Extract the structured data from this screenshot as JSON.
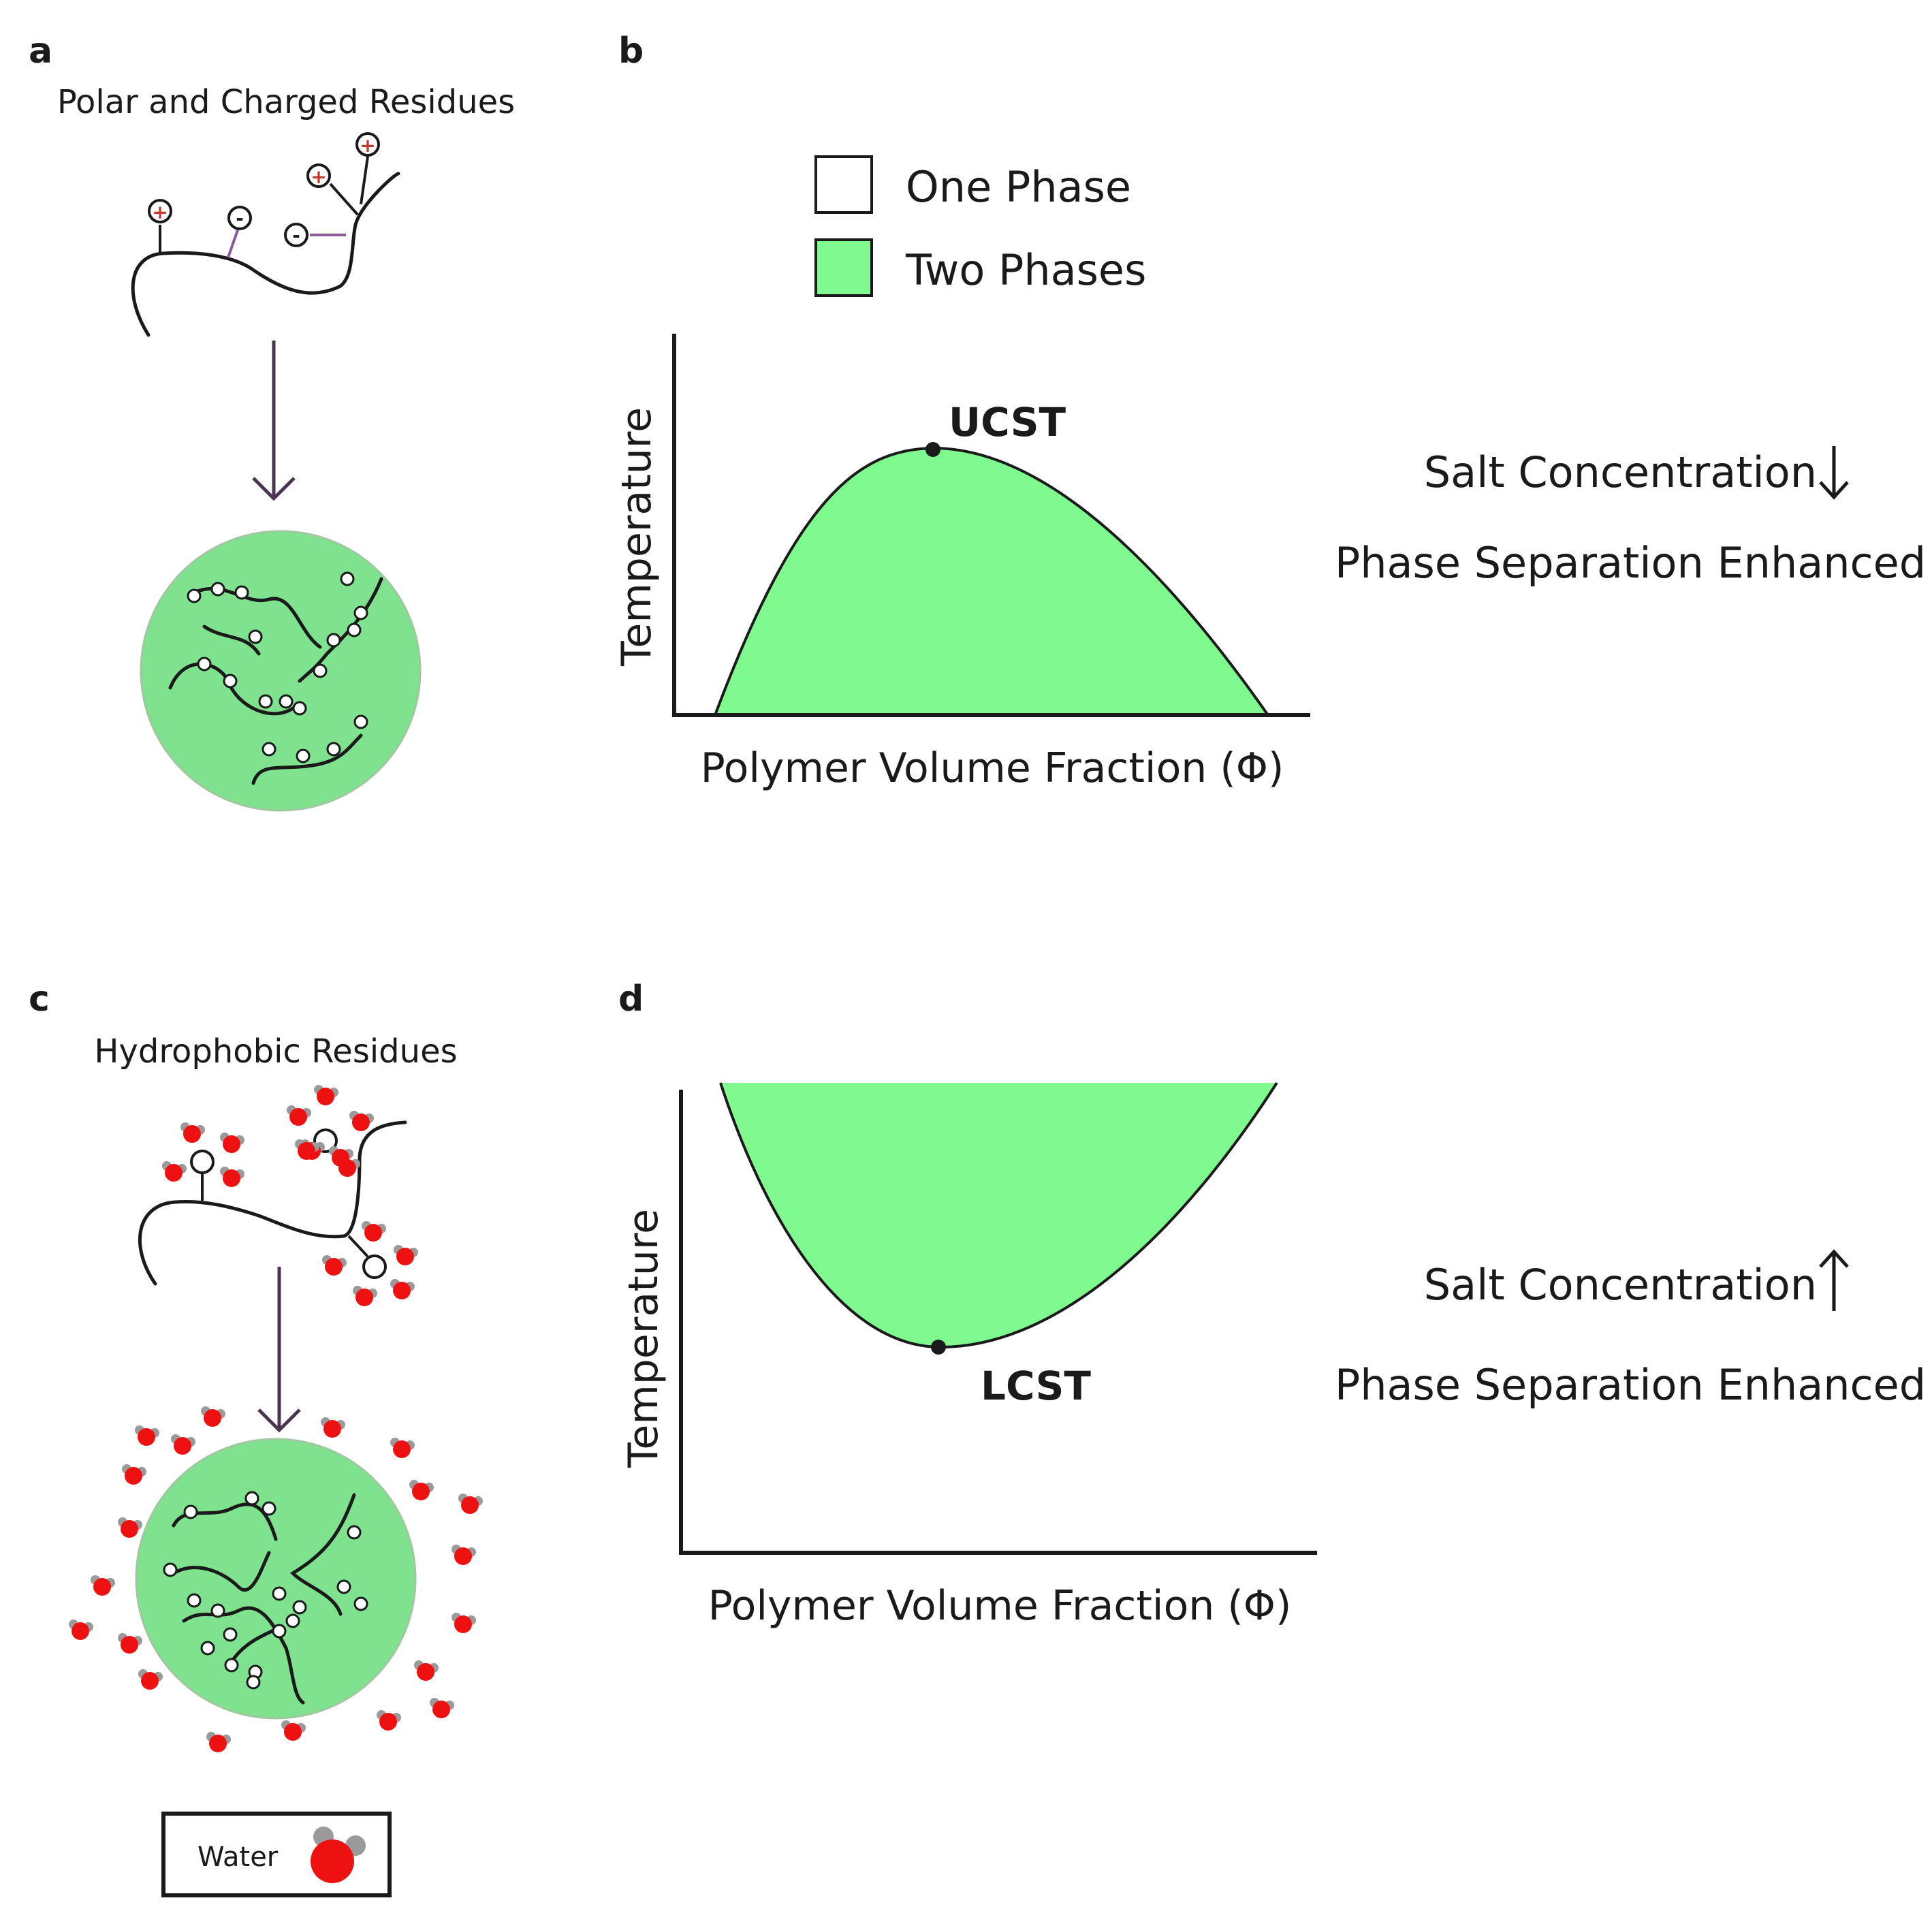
{
  "panels": {
    "a": {
      "letter": "a",
      "label": "Polar and Charged Residues"
    },
    "b": {
      "letter": "b"
    },
    "c": {
      "letter": "c",
      "label": "Hydrophobic Residues"
    },
    "d": {
      "letter": "d"
    }
  },
  "legend": {
    "one_phase": "One Phase",
    "two_phases": "Two Phases"
  },
  "chart_b": {
    "ylabel": "Temperature",
    "xlabel": "Polymer Volume Fraction (Φ)",
    "critical_point": "UCST",
    "side_text_1": "Salt Concentration",
    "side_text_2": "Phase Separation Enhanced",
    "salt_direction": "down"
  },
  "chart_d": {
    "ylabel": "Temperature",
    "xlabel": "Polymer Volume Fraction (Φ)",
    "critical_point": "LCST",
    "side_text_1": "Salt Concentration",
    "side_text_2": "Phase Separation Enhanced",
    "salt_direction": "up"
  },
  "water_legend": {
    "label": "Water"
  },
  "charges": {
    "positive": "+",
    "negative": "-"
  },
  "colors": {
    "two_phase_fill": "#7efa8f",
    "droplet_fill": "#7ee28f",
    "water_oxygen": "#ee1111",
    "water_hydrogen": "#9a9a9a",
    "arrow": "#4a3550",
    "side_chain_link": "#8a5a9a"
  }
}
